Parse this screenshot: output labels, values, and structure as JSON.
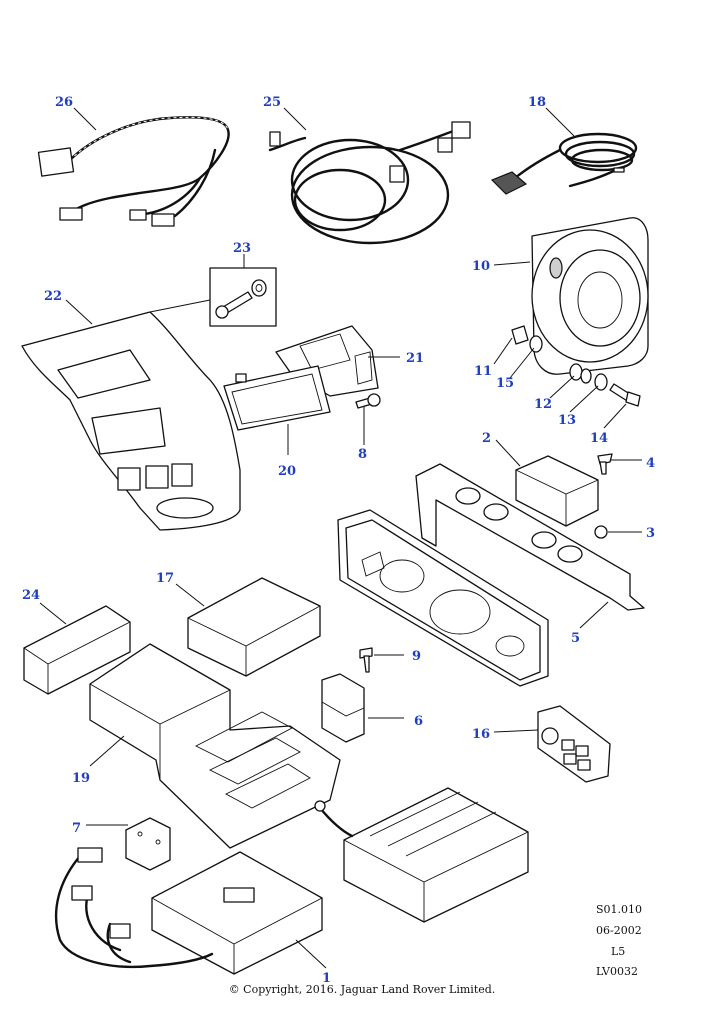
{
  "callouts": {
    "c1": "1",
    "c2": "2",
    "c3": "3",
    "c4": "4",
    "c5": "5",
    "c6": "6",
    "c7": "7",
    "c8": "8",
    "c9": "9",
    "c10": "10",
    "c11": "11",
    "c12": "12",
    "c13": "13",
    "c14": "14",
    "c15": "15",
    "c16": "16",
    "c17": "17",
    "c18": "18",
    "c19": "19",
    "c20": "20",
    "c21": "21",
    "c22": "22",
    "c23": "23",
    "c24": "24",
    "c25": "25",
    "c26": "26"
  },
  "reference": {
    "section_code": "S01.010",
    "date": "06-2002",
    "sheet": "L5",
    "illustration_id": "LV0032"
  },
  "footer": {
    "copyright": "© Copyright, 2016. Jaguar Land Rover Limited."
  },
  "colors": {
    "callout_text": "#1f3fbf",
    "line_art": "#111111"
  }
}
